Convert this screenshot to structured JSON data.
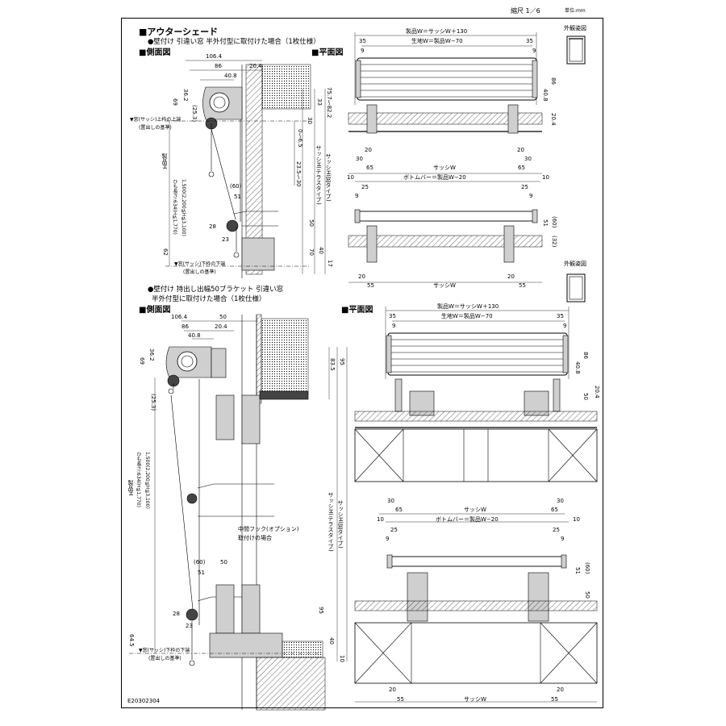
{
  "header": {
    "scale_label": "縮尺 1／6",
    "unit_label": "単位:mm"
  },
  "title": "■アウターシェード",
  "section1": {
    "caption": "●壁付け 引違い窓 半外付型に取付けた場合（1枚仕様）",
    "side_label": "■側面図",
    "plan_label": "■平面図",
    "appearance_label": "外観姿図",
    "side_dims": [
      "106.4",
      "86",
      "40.8",
      "20.4",
      "69",
      "36.2",
      "(25.3)",
      "33",
      "30",
      "0〜6.5",
      "75.7〜82.2",
      "(60)",
      "51",
      "28",
      "23",
      "50",
      "70",
      "40",
      "17",
      "62"
    ],
    "vertical_labels": [
      "製品H",
      "ひも長さ:634(H≦1,770)",
      "1,500(2,200≦H≦3,100)",
      "23.5〜30",
      "サッシH(テラスタイプ)",
      "サッシH(窓タイプ)"
    ],
    "ref_top": "▼窓(サッシ)上枠の上端",
    "ref_top_sub": "(置出しの基準)",
    "ref_bottom": "▼窓(サッシ)下枠の下端",
    "ref_bottom_sub": "(置出しの基準)",
    "plan_dims_top": [
      "製品W＝サッシW＋130",
      "生地W＝製品W−70",
      "35",
      "9",
      "35",
      "9",
      "86",
      "40.8",
      "20.4",
      "20",
      "30",
      "65",
      "20",
      "30",
      "65",
      "サッシW"
    ],
    "plan_dims_bottom": [
      "ボトムバー＝製品W−20",
      "10",
      "10",
      "25",
      "9",
      "25",
      "9",
      "51",
      "(60)",
      "(32)",
      "20",
      "55",
      "20",
      "55",
      "サッシW"
    ]
  },
  "section2": {
    "caption_1": "●壁付け 持出し出幅50ブラケット 引違い窓",
    "caption_2": "半外付型に取付けた場合（1枚仕様）",
    "side_label": "■側面図",
    "plan_label": "■平面図",
    "appearance_label": "外観姿図",
    "side_dims": [
      "106.4",
      "86",
      "40.8",
      "50",
      "20.4",
      "69",
      "36.2",
      "(25.3)",
      "83.5",
      "95",
      "(60)",
      "50",
      "51",
      "28",
      "23",
      "95",
      "64.5",
      "40",
      "10"
    ],
    "vertical_labels": [
      "製品H",
      "ひも長さ:634(H≦1,770)",
      "1,500(2,200≦H≦3,100)",
      "サッシH(テラスタイプ)",
      "サッシH(窓タイプ)"
    ],
    "hook_note_1": "中間フック(オプション)",
    "hook_note_2": "取付けの場合",
    "ref_bottom": "▼窓(サッシ)下枠の下端",
    "ref_bottom_sub": "(置出しの基準)",
    "plan_dims_top": [
      "製品W＝サッシW＋130",
      "生地W＝製品W−70",
      "35",
      "9",
      "35",
      "9",
      "86",
      "40.8",
      "50",
      "20.4",
      "30",
      "65",
      "30",
      "65",
      "サッシW"
    ],
    "plan_dims_bottom": [
      "ボトムバー＝製品W−20",
      "10",
      "10",
      "25",
      "9",
      "25",
      "9",
      "51",
      "(60)",
      "50",
      "20",
      "55",
      "20",
      "55",
      "サッシW"
    ]
  },
  "footer": {
    "code": "E20302304"
  }
}
